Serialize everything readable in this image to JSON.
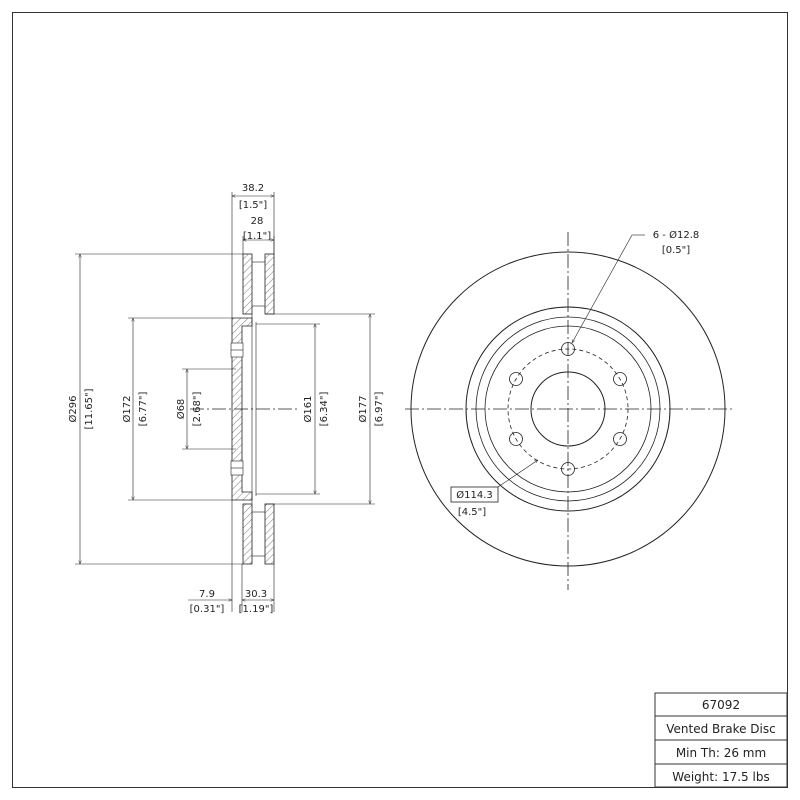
{
  "title_block": {
    "part_number": "67092",
    "description": "Vented Brake Disc",
    "min_thickness": "Min Th: 26 mm",
    "weight": "Weight: 17.5 lbs"
  },
  "dimensions": {
    "overall_width": {
      "mm": "38.2",
      "inch": "[1.5\"]"
    },
    "rotor_thickness": {
      "mm": "28",
      "inch": "[1.1\"]"
    },
    "outer_diameter": {
      "mm": "Ø296",
      "inch": "[11.65\"]"
    },
    "hat_outer_diameter": {
      "mm": "Ø172",
      "inch": "[6.77\"]"
    },
    "center_bore": {
      "mm": "Ø68",
      "inch": "[2.68\"]"
    },
    "hat_inner_diameter": {
      "mm": "Ø161",
      "inch": "[6.34\"]"
    },
    "inner_braking_diameter": {
      "mm": "Ø177",
      "inch": "[6.97\"]"
    },
    "hat_thickness": {
      "mm": "7.9",
      "inch": "[0.31\"]"
    },
    "hat_depth": {
      "mm": "30.3",
      "inch": "[1.19\"]"
    },
    "bolt_holes": {
      "mm": "6 - Ø12.8",
      "inch": "[0.5\"]"
    },
    "bolt_circle": {
      "mm": "Ø114.3",
      "inch": "[4.5\"]"
    }
  }
}
